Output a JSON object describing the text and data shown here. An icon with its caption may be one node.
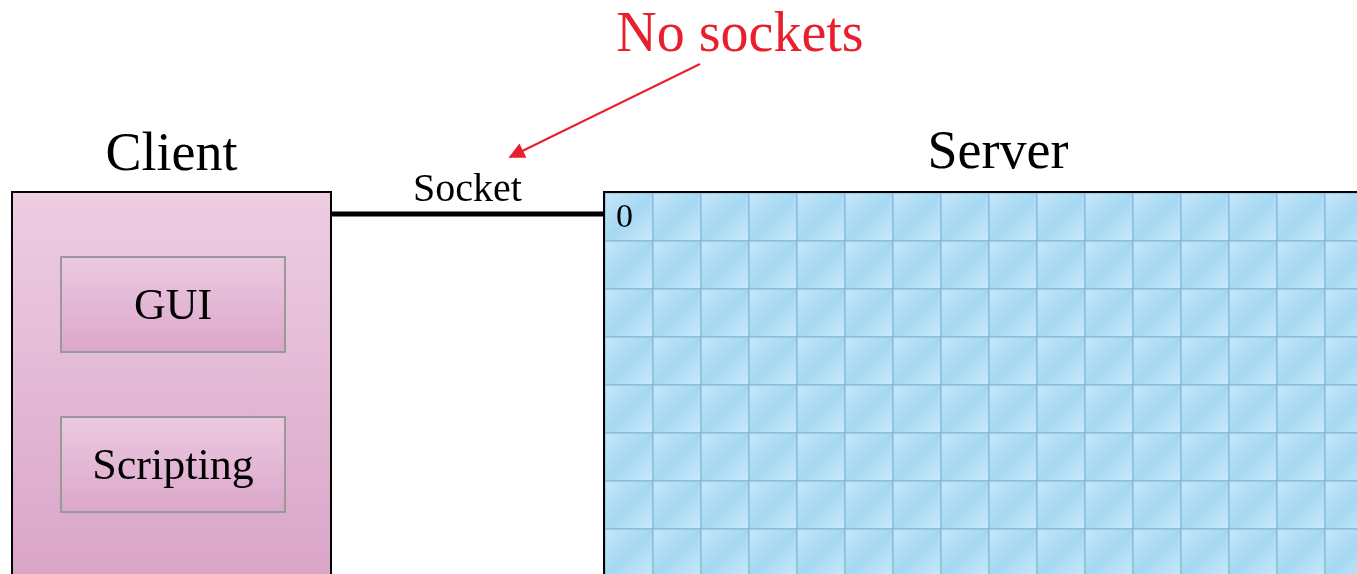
{
  "diagram": {
    "nodes": [
      {
        "text": [
          "Client"
        ]
      },
      {
        "text": [
          "GUI"
        ],
        "in": 0
      },
      {
        "text": [
          "Scripting"
        ],
        "in": 0
      },
      {
        "text": [
          "Server"
        ]
      },
      {
        "text": [
          "No sockets"
        ]
      }
    ],
    "edges": [
      {
        "from": 0,
        "to": 3,
        "arrow": "none",
        "label": "Socket",
        "style": "thick"
      },
      {
        "from": 4,
        "to": null,
        "arrow": "to",
        "color": "#e8202e"
      }
    ],
    "labels": [
      "0"
    ]
  }
}
